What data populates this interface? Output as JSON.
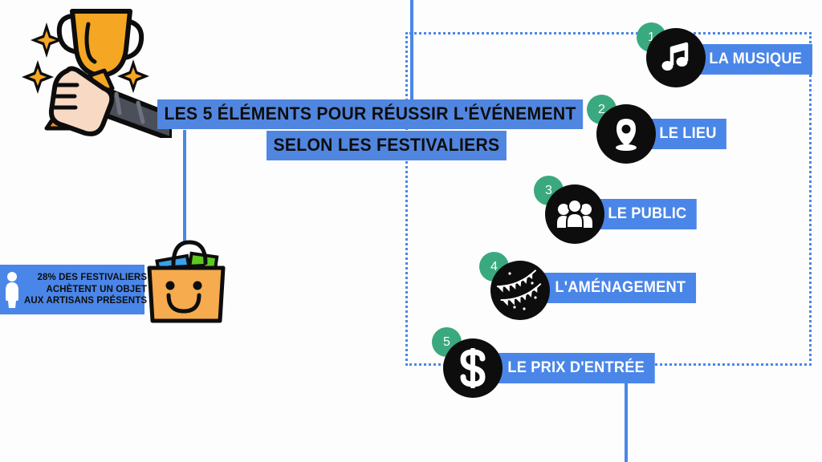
{
  "title": {
    "line1": "LES 5 ÉLÉMENTS POUR RÉUSSIR L'ÉVÉNEMENT",
    "line2": "SELON LES FESTIVALIERS"
  },
  "stat": {
    "line1": "28% DES FESTIVALIERS",
    "line2": "ACHÈTENT UN OBJET",
    "line3": "AUX ARTISANS PRÉSENTS",
    "icon": "person-icon"
  },
  "illustrations": {
    "trophy": "trophy-in-hand-icon",
    "bag": "shopping-bag-icon"
  },
  "items": [
    {
      "number": "1",
      "label": "LA MUSIQUE",
      "icon": "music-note-icon"
    },
    {
      "number": "2",
      "label": "LE LIEU",
      "icon": "map-pin-icon"
    },
    {
      "number": "3",
      "label": "LE PUBLIC",
      "icon": "people-group-icon"
    },
    {
      "number": "4",
      "label": "L'AMÉNAGEMENT",
      "icon": "bunting-flags-icon"
    },
    {
      "number": "5",
      "label": "LE PRIX D'ENTRÉE",
      "icon": "dollar-sign-icon"
    }
  ],
  "colors": {
    "blue": "#4a86e8",
    "title_blue": "#5086e0",
    "green": "#3aa97f",
    "black": "#0d0d0d",
    "background": "#fdfdfd",
    "trophy_gold": "#f5a623",
    "bag_orange": "#f5ab4e"
  }
}
